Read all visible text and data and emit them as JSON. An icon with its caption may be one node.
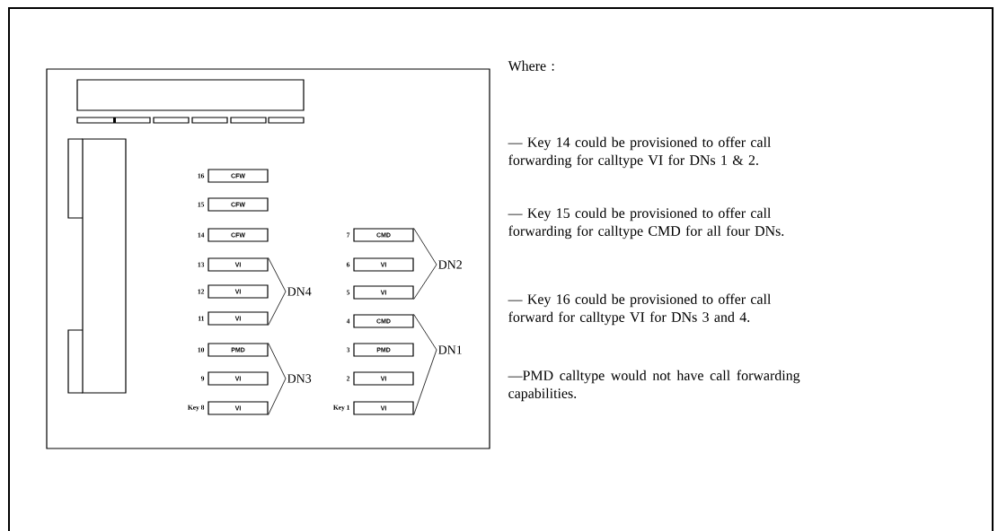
{
  "diagram": {
    "nodes": [
      {
        "text": [],
        "shape": "box"
      },
      {
        "text": [
          "CFW"
        ],
        "beside": [
          "16"
        ],
        "in": 0
      },
      {
        "text": [
          "CFW"
        ],
        "beside": [
          "15"
        ],
        "in": 0
      },
      {
        "text": [
          "CFW"
        ],
        "beside": [
          "14"
        ],
        "in": 0
      },
      {
        "text": [
          "VI"
        ],
        "beside": [
          "13"
        ],
        "in": 0
      },
      {
        "text": [
          "VI"
        ],
        "beside": [
          "12"
        ],
        "in": 0
      },
      {
        "text": [
          "VI"
        ],
        "beside": [
          "11"
        ],
        "in": 0
      },
      {
        "text": [
          "PMD"
        ],
        "beside": [
          "10"
        ],
        "in": 0
      },
      {
        "text": [
          "VI"
        ],
        "beside": [
          "9"
        ],
        "in": 0
      },
      {
        "text": [
          "VI"
        ],
        "beside": [
          "Key 8"
        ],
        "in": 0
      },
      {
        "text": [
          "DN4"
        ],
        "in": 0
      },
      {
        "text": [
          "DN3"
        ],
        "in": 0
      },
      {
        "text": [
          "CMD"
        ],
        "beside": [
          "7"
        ],
        "in": 0
      },
      {
        "text": [
          "VI"
        ],
        "beside": [
          "6"
        ],
        "in": 0
      },
      {
        "text": [
          "VI"
        ],
        "beside": [
          "5"
        ],
        "in": 0
      },
      {
        "text": [
          "CMD"
        ],
        "beside": [
          "4"
        ],
        "in": 0
      },
      {
        "text": [
          "PMD"
        ],
        "beside": [
          "3"
        ],
        "in": 0
      },
      {
        "text": [
          "VI"
        ],
        "beside": [
          "2"
        ],
        "in": 0
      },
      {
        "text": [
          "VI"
        ],
        "beside": [
          "Key 1"
        ],
        "in": 0
      },
      {
        "text": [
          "DN2"
        ],
        "in": 0
      },
      {
        "text": [
          "DN1"
        ],
        "in": 0
      }
    ],
    "edges": [
      {
        "from": 4,
        "to": 10,
        "arrow": "none"
      },
      {
        "from": 6,
        "to": 10,
        "arrow": "none"
      },
      {
        "from": 7,
        "to": 11,
        "arrow": "none"
      },
      {
        "from": 9,
        "to": 11,
        "arrow": "none"
      },
      {
        "from": 12,
        "to": 19,
        "arrow": "none"
      },
      {
        "from": 14,
        "to": 19,
        "arrow": "none"
      },
      {
        "from": 15,
        "to": 20,
        "arrow": "none"
      },
      {
        "from": 18,
        "to": 20,
        "arrow": "none"
      }
    ],
    "labels": [
      "Where :",
      "— Key 14 could be provisioned to offer call forwarding for calltype VI for DNs 1 & 2.",
      "— Key 15 could be provisioned to offer call forwarding for calltype CMD for all four DNs.",
      "— Key 16 could be provisioned to offer call forward for calltype VI for DNs 3 and 4.",
      "—PMD calltype would not have call forwarding capabilities."
    ]
  }
}
